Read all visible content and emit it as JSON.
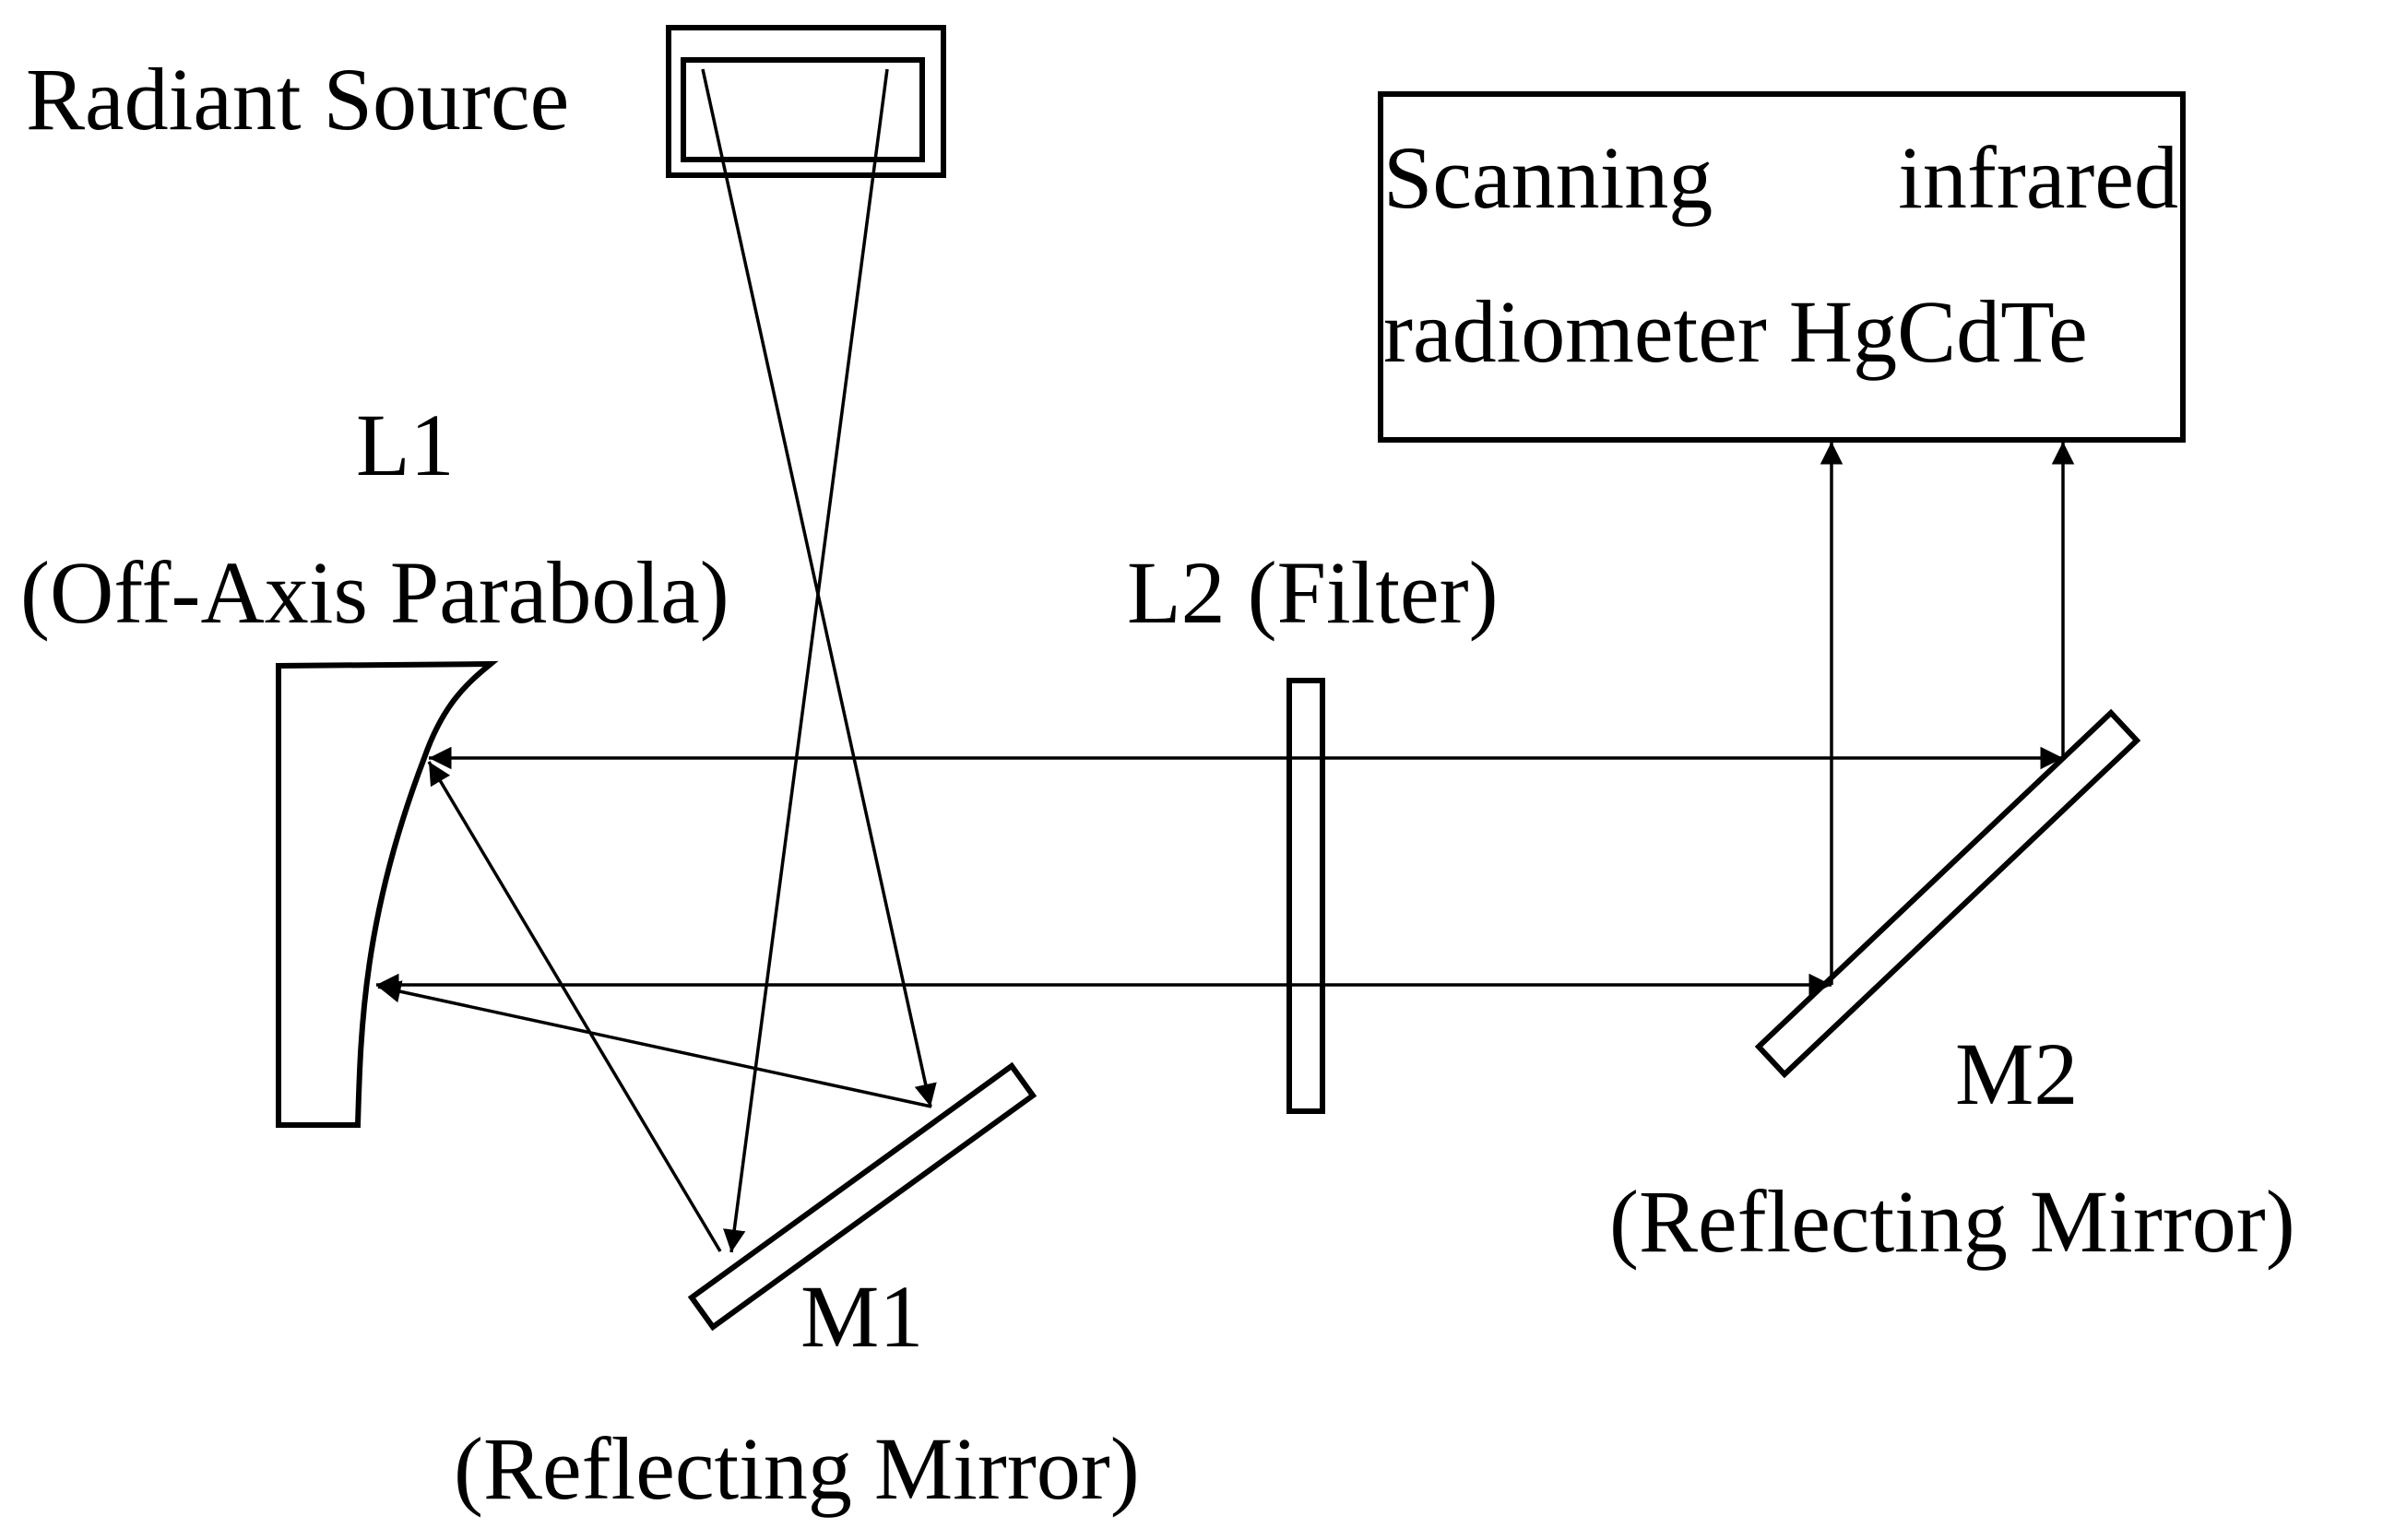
{
  "labels": {
    "radiant_source": "Radiant Source",
    "radiometer_line1_a": "Scanning",
    "radiometer_line1_b": "infrared",
    "radiometer_line2": "radiometer HgCdTe",
    "l1": "L1",
    "l1_desc": "(Off-Axis Parabola)",
    "l2": "L2 (Filter)",
    "m1": "M1",
    "m1_desc": "(Reflecting Mirror)",
    "m2": "M2",
    "m2_desc": "(Reflecting Mirror)"
  },
  "colors": {
    "stroke": "#000000",
    "background": "#ffffff"
  }
}
